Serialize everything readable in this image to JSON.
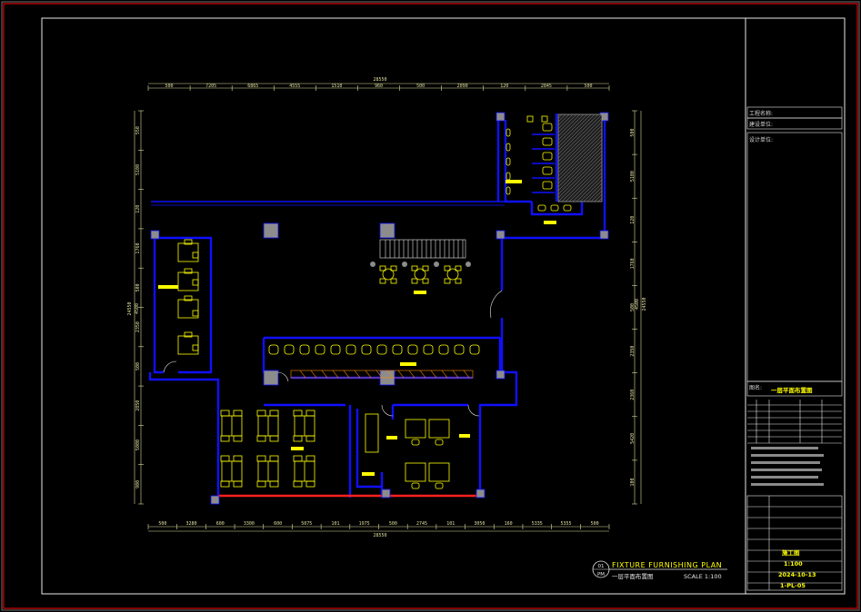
{
  "dimensions_top": {
    "total": "28550",
    "segments": [
      "500",
      "7205",
      "6865",
      "4555",
      "1510",
      "960",
      "500",
      "2090",
      "120",
      "2845",
      "500"
    ]
  },
  "dimensions_bottom": {
    "total": "28550",
    "segments": [
      "500",
      "3280",
      "600",
      "3300",
      "600",
      "5075",
      "101",
      "1975",
      "500",
      "2745",
      "101",
      "3050",
      "160",
      "5335",
      "5355",
      "500"
    ]
  },
  "dimensions_left": {
    "total": "24550",
    "overall": "4500",
    "segments": [
      "550",
      "5100",
      "120",
      "1760",
      "500",
      "2350",
      "500",
      "2850",
      "5000",
      "900"
    ]
  },
  "dimensions_right": {
    "total": "24550",
    "overall": "4500",
    "segments": [
      "500",
      "5100",
      "120",
      "1760",
      "500",
      "2350",
      "2360",
      "5420",
      "100"
    ]
  },
  "title": {
    "english": "FIXTURE FURNISHING PLAN",
    "chinese": "一层平面布置图",
    "scale": "SCALE 1:100",
    "bubble_top": "01",
    "bubble_bottom": "PM"
  },
  "title_block": {
    "project_label": "工程名称:",
    "client_label": "建设单位:",
    "design_label": "设计单位:",
    "drawing_label": "图名:",
    "drawing_name": "一层平面布置图",
    "stage_value": "施工图",
    "scale_value": "1:100",
    "date_value": "2024-10-13",
    "number_value": "1-PL-05"
  },
  "colors": {
    "frame": "#ff0000",
    "wall": "#1010ff",
    "furniture": "#ffff00",
    "dimension": "#e0e0a0",
    "column": "#8c8c8c",
    "red_line": "#ff2020"
  }
}
